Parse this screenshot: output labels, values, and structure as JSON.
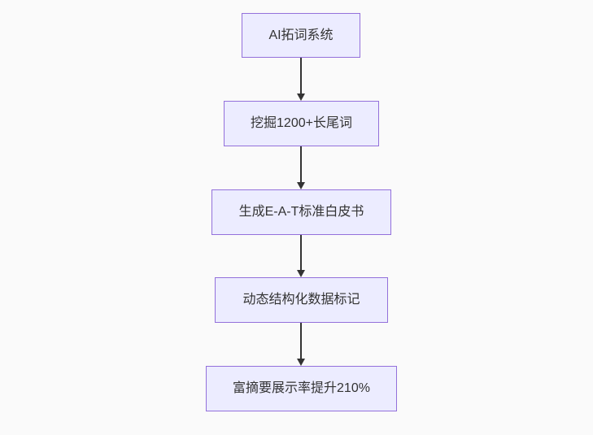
{
  "diagram": {
    "type": "flowchart",
    "direction": "top-down",
    "background_color": "#fafafa",
    "node_fill_color": "#ECECFF",
    "node_border_color": "#9370DB",
    "arrow_color": "#333333",
    "text_color": "#333333",
    "nodes": [
      "AI拓词系统",
      "挖掘1200+长尾词",
      "生成E-A-T标准白皮书",
      "动态结构化数据标记",
      "富摘要展示率提升210%"
    ],
    "edges": [
      {
        "from": 0,
        "to": 1
      },
      {
        "from": 1,
        "to": 2
      },
      {
        "from": 2,
        "to": 3
      },
      {
        "from": 3,
        "to": 4
      }
    ]
  }
}
